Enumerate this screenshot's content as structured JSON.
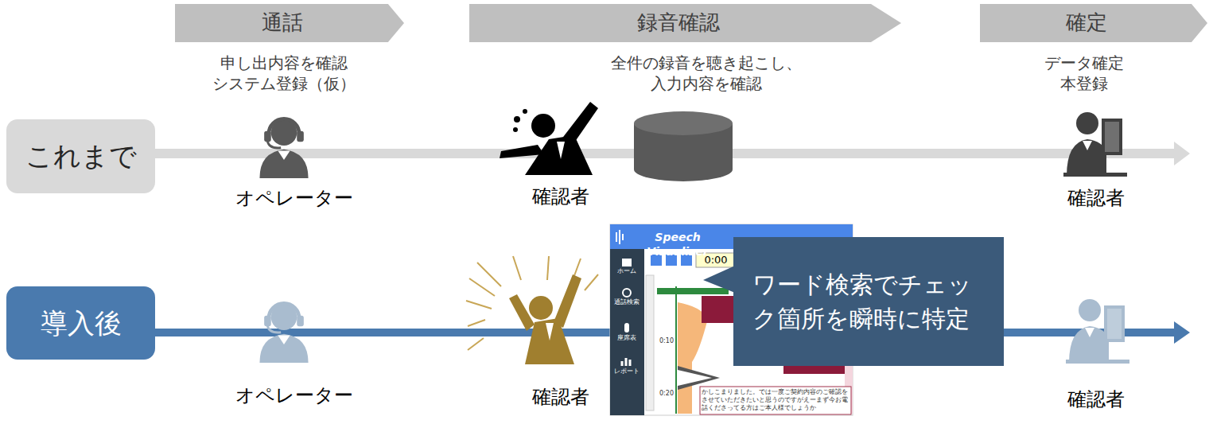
{
  "diagram": {
    "nodes": [
      {
        "text": [
          "通話"
        ]
      },
      {
        "text": [
          "録音確認"
        ]
      },
      {
        "text": [
          "確定"
        ]
      },
      {
        "text": [
          "これまで"
        ]
      },
      {
        "text": [
          "導入後"
        ]
      },
      {
        "text": [
          "ワード検索でチェック箇所を瞬時に特定"
        ]
      }
    ],
    "labels": [
      "申し出内容を確認 システム登録（仮）",
      "全件の録音を聴き起こし、 入力内容を確認",
      "データ確定 本登録",
      "オペレーター",
      "確認者",
      "確認者",
      "オペレーター",
      "確認者",
      "確認者",
      "Speech Visualizer",
      "ホーム",
      "通話検索",
      "座席表",
      "レポート",
      "0:00",
      "0:10",
      "0:20",
      "かしこまりました。では一度ご契約内容のご確認をさせていただきたいと思うのですがえーまず今お電話くださってる方はご本人様でしょうか"
    ]
  }
}
